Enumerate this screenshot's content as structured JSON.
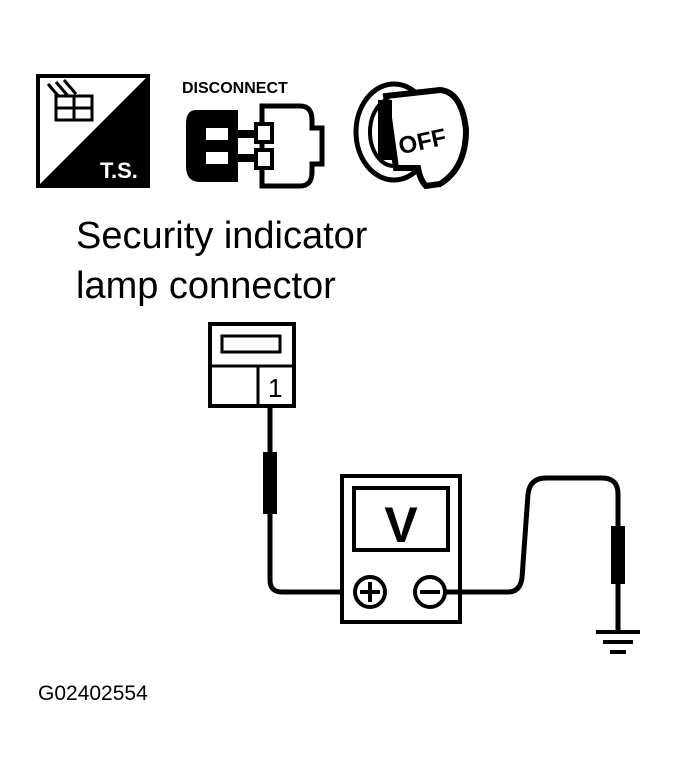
{
  "icons": {
    "ts_label": "T.S.",
    "disconnect_label": "DISCONNECT",
    "ignition_label": "OFF"
  },
  "title": {
    "line1": "Security indicator",
    "line2": "lamp connector"
  },
  "connector": {
    "terminal": "1"
  },
  "meter": {
    "display": "V",
    "positive": "+",
    "negative": "−"
  },
  "figure_id": "G02402554"
}
